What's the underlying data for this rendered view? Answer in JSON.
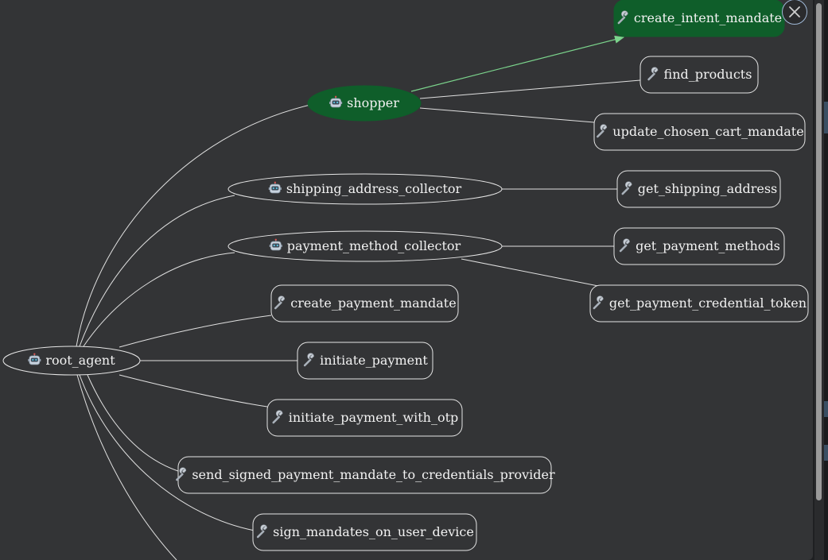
{
  "dialog": {
    "close_label": "",
    "icons": {
      "close": "close-icon",
      "agent": "robot-icon",
      "tool": "wrench-icon"
    }
  },
  "graph": {
    "nodes": [
      {
        "id": "root_agent",
        "label": "root_agent",
        "kind": "agent",
        "active": false
      },
      {
        "id": "shopper",
        "label": "shopper",
        "kind": "agent",
        "active": true
      },
      {
        "id": "shipping_address_collector",
        "label": "shipping_address_collector",
        "kind": "agent",
        "active": false
      },
      {
        "id": "payment_method_collector",
        "label": "payment_method_collector",
        "kind": "agent",
        "active": false
      },
      {
        "id": "create_intent_mandate",
        "label": "create_intent_mandate",
        "kind": "tool",
        "active": true
      },
      {
        "id": "find_products",
        "label": "find_products",
        "kind": "tool",
        "active": false
      },
      {
        "id": "update_chosen_cart_mandate",
        "label": "update_chosen_cart_mandate",
        "kind": "tool",
        "active": false
      },
      {
        "id": "get_shipping_address",
        "label": "get_shipping_address",
        "kind": "tool",
        "active": false
      },
      {
        "id": "get_payment_methods",
        "label": "get_payment_methods",
        "kind": "tool",
        "active": false
      },
      {
        "id": "get_payment_credential_token",
        "label": "get_payment_credential_token",
        "kind": "tool",
        "active": false
      },
      {
        "id": "create_payment_mandate",
        "label": "create_payment_mandate",
        "kind": "tool",
        "active": false
      },
      {
        "id": "initiate_payment",
        "label": "initiate_payment",
        "kind": "tool",
        "active": false
      },
      {
        "id": "initiate_payment_with_otp",
        "label": "initiate_payment_with_otp",
        "kind": "tool",
        "active": false
      },
      {
        "id": "send_signed_payment_mandate_to_credentials_provider",
        "label": "send_signed_payment_mandate_to_credentials_provider",
        "kind": "tool",
        "active": false
      },
      {
        "id": "sign_mandates_on_user_device",
        "label": "sign_mandates_on_user_device",
        "kind": "tool",
        "active": false
      }
    ],
    "edges": [
      {
        "from": "root_agent",
        "to": "shopper",
        "active": false
      },
      {
        "from": "root_agent",
        "to": "shipping_address_collector",
        "active": false
      },
      {
        "from": "root_agent",
        "to": "payment_method_collector",
        "active": false
      },
      {
        "from": "root_agent",
        "to": "create_payment_mandate",
        "active": false
      },
      {
        "from": "root_agent",
        "to": "initiate_payment",
        "active": false
      },
      {
        "from": "root_agent",
        "to": "initiate_payment_with_otp",
        "active": false
      },
      {
        "from": "root_agent",
        "to": "send_signed_payment_mandate_to_credentials_provider",
        "active": false
      },
      {
        "from": "root_agent",
        "to": "sign_mandates_on_user_device",
        "active": false
      },
      {
        "from": "shopper",
        "to": "create_intent_mandate",
        "active": true
      },
      {
        "from": "shopper",
        "to": "find_products",
        "active": false
      },
      {
        "from": "shopper",
        "to": "update_chosen_cart_mandate",
        "active": false
      },
      {
        "from": "shipping_address_collector",
        "to": "get_shipping_address",
        "active": false
      },
      {
        "from": "payment_method_collector",
        "to": "get_payment_methods",
        "active": false
      },
      {
        "from": "payment_method_collector",
        "to": "get_payment_credential_token",
        "active": false
      }
    ]
  },
  "colors": {
    "panel": "#333436",
    "active_node": "#0f5e2a",
    "active_edge": "#7bd48c",
    "edge": "#e0e0e0",
    "text": "#f2f2f2"
  }
}
